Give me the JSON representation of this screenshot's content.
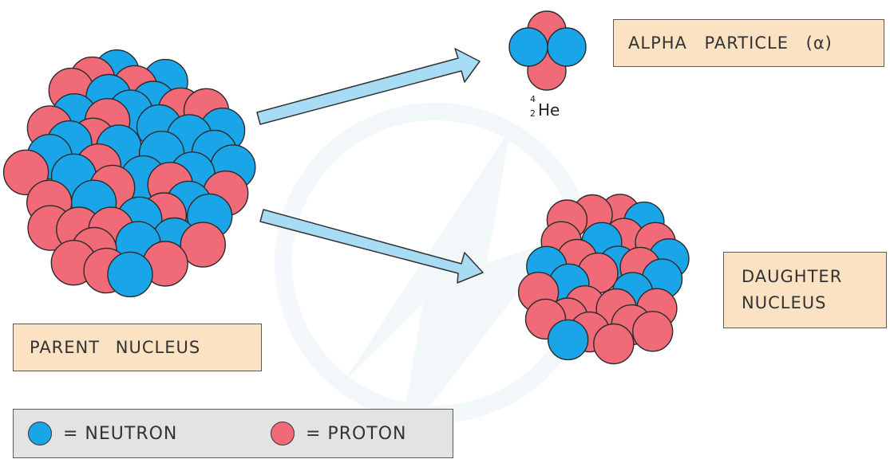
{
  "labels": {
    "parent": "PARENT NUCLEUS",
    "alpha": "ALPHA PARTICLE (α)",
    "daughter_line1": "DAUGHTER",
    "daughter_line2": "NUCLEUS"
  },
  "helium": {
    "mass_number": "4",
    "atomic_number": "2",
    "symbol": "He"
  },
  "legend": {
    "neutron": "= NEUTRON",
    "proton": "= PROTON"
  },
  "colors": {
    "neutron": "#1aa5e8",
    "proton": "#f06a78",
    "arrow_fill": "#a8dcf5",
    "label_bg": "#fbe2c3",
    "legend_bg": "#e3e3e3"
  }
}
